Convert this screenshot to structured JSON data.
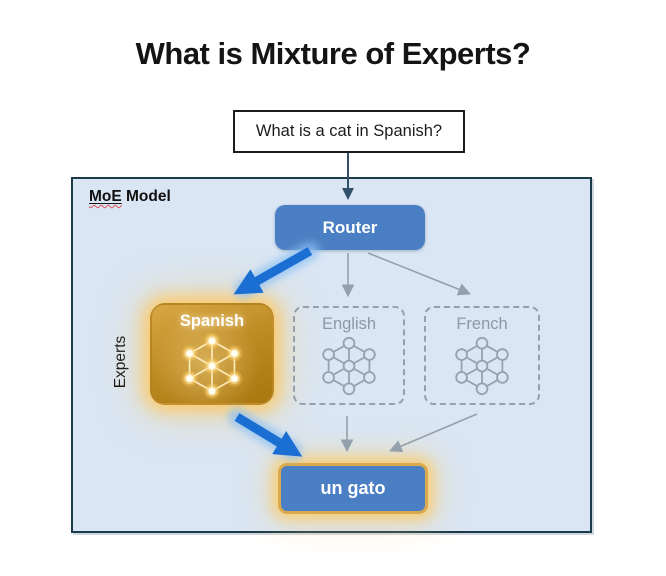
{
  "title": "What is Mixture of Experts?",
  "question": "What is a cat in Spanish?",
  "moe": {
    "label_prefix": "MoE",
    "label_suffix": " Model",
    "experts_axis_label": "Experts"
  },
  "router": {
    "label": "Router"
  },
  "experts": [
    {
      "id": "spanish",
      "label": "Spanish",
      "active": true,
      "icon": "neural-network-icon"
    },
    {
      "id": "english",
      "label": "English",
      "active": false,
      "icon": "neural-network-icon"
    },
    {
      "id": "french",
      "label": "French",
      "active": false,
      "icon": "neural-network-icon"
    }
  ],
  "output": {
    "label": "un gato"
  },
  "colors": {
    "accent-blue": "#4a80c3",
    "arrow-blue": "#1b6fd2",
    "arrow-blue-glow": "#8cc0f5",
    "moe-bg": "#dae6f4",
    "moe-border": "#1b3a4a",
    "inactive": "#94a0ab",
    "gold-light": "#d8a845",
    "gold-dark": "#a9770f",
    "gold-border": "#d9a94c",
    "dark-arrow": "#33516b"
  }
}
